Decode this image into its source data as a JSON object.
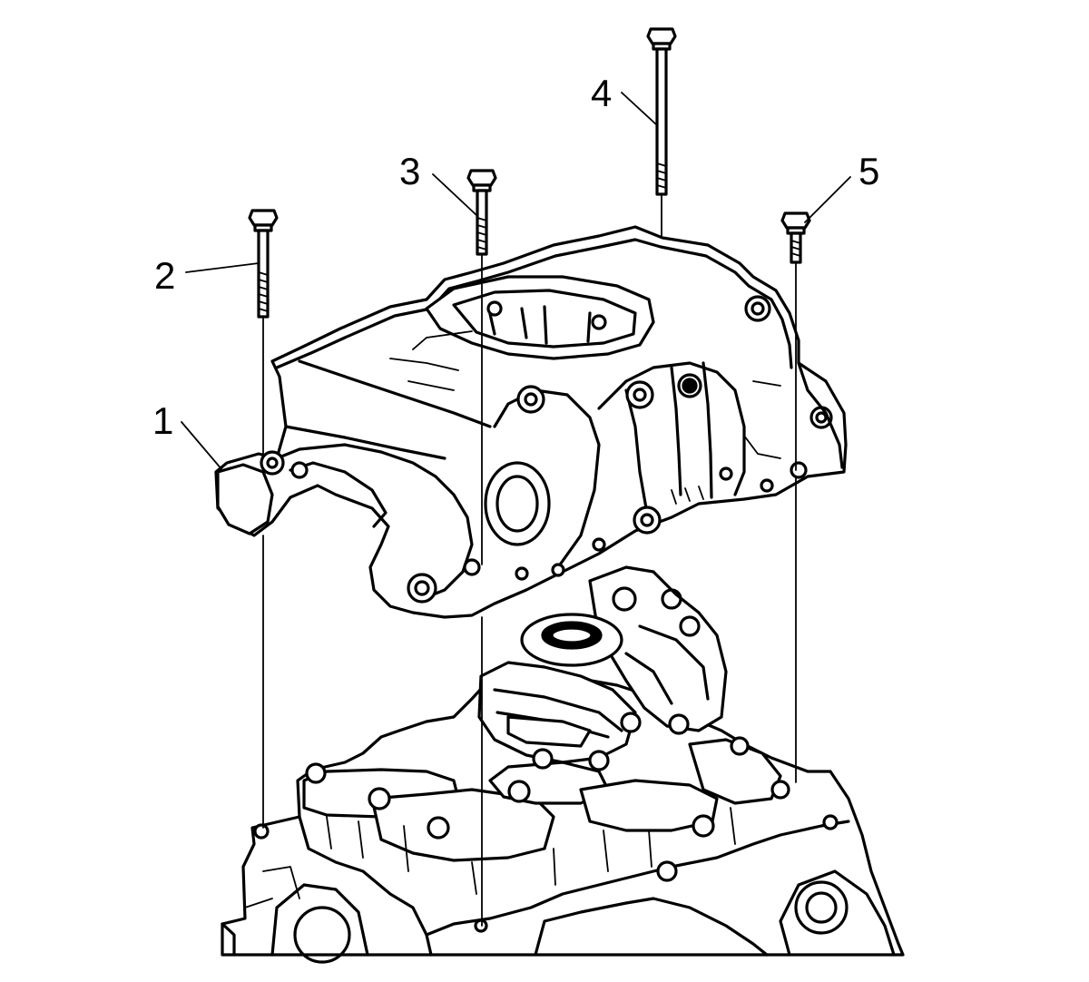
{
  "callouts": [
    {
      "id": "1",
      "text": "1"
    },
    {
      "id": "2",
      "text": "2"
    },
    {
      "id": "3",
      "text": "3"
    },
    {
      "id": "4",
      "text": "4"
    },
    {
      "id": "5",
      "text": "5"
    }
  ],
  "colors": {
    "ink": "#000000",
    "paper": "#ffffff"
  },
  "parts": [
    "oil-pan-upper-housing",
    "bolt-short-left",
    "bolt-middle",
    "bolt-long",
    "bolt-short-right",
    "engine-block-lower"
  ]
}
